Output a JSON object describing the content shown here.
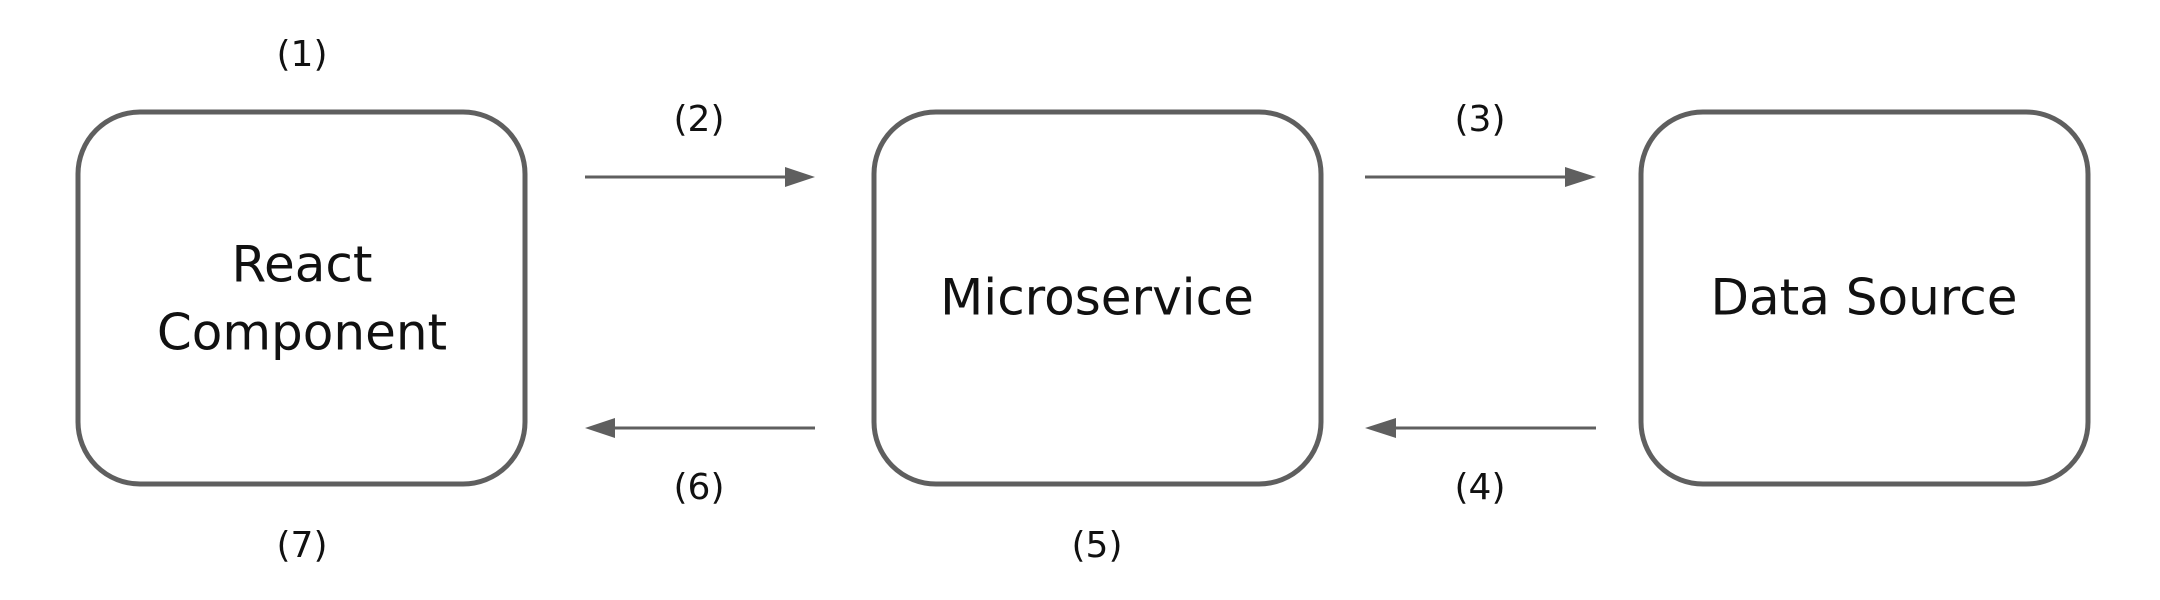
{
  "nodes": {
    "react": {
      "line1": "React",
      "line2": "Component"
    },
    "microservice": {
      "label": "Microservice"
    },
    "datasource": {
      "label": "Data Source"
    }
  },
  "steps": {
    "s1": "(1)",
    "s2": "(2)",
    "s3": "(3)",
    "s4": "(4)",
    "s5": "(5)",
    "s6": "(6)",
    "s7": "(7)"
  },
  "colors": {
    "stroke": "#5f5f5f",
    "text": "#111111",
    "background": "#ffffff"
  }
}
